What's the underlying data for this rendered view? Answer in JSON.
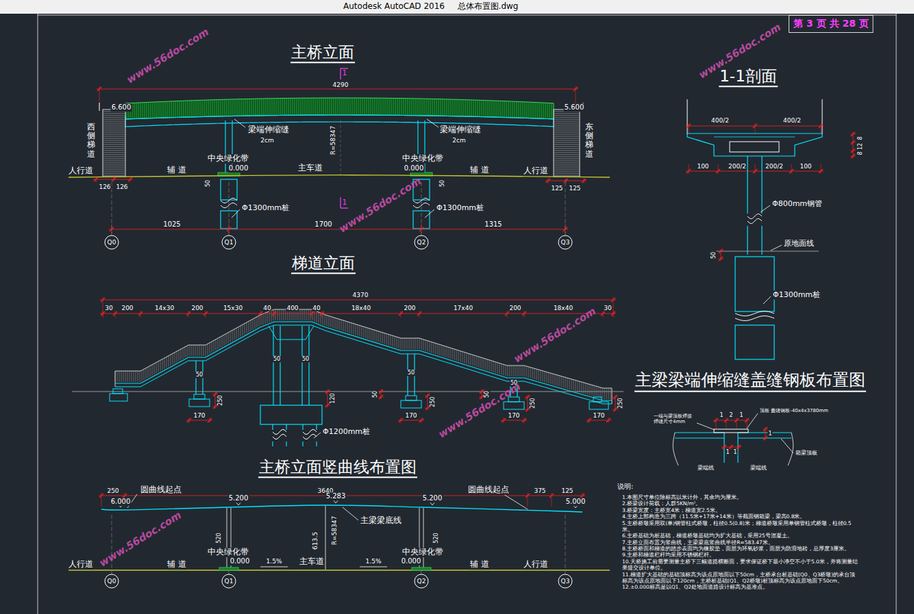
{
  "diagram": {
    "nodes": [
      {
        "text": [
          "第 3 页 共 28 页"
        ]
      },
      {
        "text": [
          "Q0"
        ]
      },
      {
        "text": [
          "Q1"
        ]
      },
      {
        "text": [
          "Q2"
        ]
      },
      {
        "text": [
          "Q3"
        ]
      },
      {
        "text": [
          "Q0"
        ]
      },
      {
        "text": [
          "Q1"
        ]
      },
      {
        "text": [
          "Q2"
        ]
      },
      {
        "text": [
          "Q3"
        ]
      }
    ],
    "labels": [
      "Autodesk AutoCAD 2016",
      "总体布置图.dwg",
      "主桥立面",
      "1",
      "4290",
      "6.600",
      "5.600",
      "西侧梯道",
      "东侧梯道",
      "梁端伸缩缝",
      "2cm",
      "梁端伸缩缝",
      "2cm",
      "R=58347",
      "中央绿化带",
      "0.000",
      "中央绿化带",
      "0.000",
      "人行道",
      "辅 道",
      "主车道",
      "辅 道",
      "人行道",
      "50",
      "50",
      "126",
      "126",
      "125",
      "125",
      "1",
      "Φ1300mm桩",
      "Φ1300mm桩",
      "1025",
      "1700",
      "1315",
      "1-1剖面",
      "400/2",
      "400/2",
      "8",
      "12",
      "8",
      "100",
      "200/2",
      "200/2",
      "100",
      "Φ800mm钢管",
      "原地面线",
      "50",
      "Φ1300mm桩",
      "梯道立面",
      "4370",
      "30",
      "200",
      "14x30",
      "200",
      "15x30",
      "40",
      "400",
      "40",
      "18x40",
      "200",
      "17x40",
      "200",
      "18x40",
      "30",
      "50",
      "50",
      "50",
      "50",
      "50",
      "250",
      "120",
      "50",
      "250",
      "50",
      "250",
      "250",
      "170",
      "170",
      "170",
      "170",
      "Φ1200mm桩",
      "主桥立面竖曲线布置图",
      "250",
      "圆曲线起点",
      "3640",
      "圆曲线起点",
      "375",
      "125",
      "6.000",
      "5.200",
      "5.283",
      "5.200",
      "5.000",
      "主梁梁底线",
      "520",
      "613.5",
      "R=58347",
      "520",
      "中央绿化带",
      "0.000",
      "中央绿化带",
      "0.000",
      "1.5%",
      "1.5%",
      "人行道",
      "辅 道",
      "主车道",
      "辅 道",
      "人行道",
      "主梁梁端伸缩缝盖缝钢板布置图",
      "一端与梁顶板焊接 焊缝尺寸4mm",
      "1",
      "2",
      "1",
      "顶板 盖缝钢板-40x4x3780mm",
      "1",
      "1",
      "1",
      "箱梁顶板",
      "梁端线",
      "梁端线",
      "说明:",
      "1.本图尺寸单位除标高以米计外，其余均为厘米。",
      "2.桥梁设计荷载：人群5KN/m²。",
      "3.桥梁宽度：主桥宽4米；梯道宽2.5米。",
      "4.主桥上部构造为三跨（11.5米+17米+14米）等截面钢箱梁，梁高0.8米。",
      "5.主桥桥墩采用双(单)钢管柱式桥墩，柱径0.5(0.8)米；梯道桥墩采用单钢管柱式桥墩，柱径0.5米。",
      "6.主桥基础为桩基础，梯道桥墩基础均为扩大基础，采用25号混凝土。",
      "7.主桥立面布置为竖曲线，主梁梁底竖曲线半径R=583.47米。",
      "8.主桥桥面和梯道的踏步表面均为橡胶垫，面层为环氧砂浆，面层为防滑地砖，总厚度3厘米。",
      "9.主桥和梯道栏杆均采用不锈钢栏杆。",
      "10.天桥施工前需要测量主桥下三幅道路横断面，要求保证桥下最小净空不小于5.0米，并将测量结果提交设计单位。",
      "11.梯道扩大基础的基础顶标高为该点原地面以下50cm，主桥承台桩基础(Q0、Q3桥墩)的承台顶标高为该点原地面以下120cm，主桥桩基础(Q1、Q2桥墩)桩顶标高为该点原地面下50cm。",
      "12.±0.000标高是以Q1、Q2处地面道路设计标高为基准点。",
      "www.56doc.com",
      "www.56doc.com",
      "www.56doc.com",
      "www.56doc.com",
      "www.56doc.com",
      "www.56doc.com"
    ]
  }
}
